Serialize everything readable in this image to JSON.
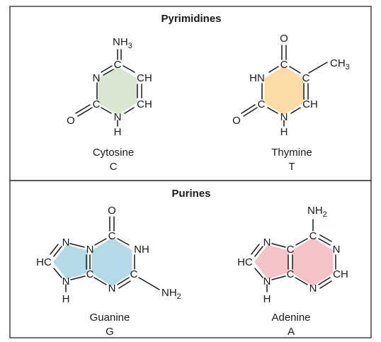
{
  "colors": {
    "pyrimidine_cytosine": "#dbe6d2",
    "pyrimidine_thymine": "#fcdca6",
    "purine_guanine": "#b5d9e6",
    "purine_adenine": "#f4c3c8",
    "frame": "#333333",
    "text": "#1a1a1a"
  },
  "panels": {
    "pyrimidines": {
      "heading": "Pyrimidines"
    },
    "purines": {
      "heading": "Purines"
    }
  },
  "molecules": {
    "cytosine": {
      "name": "Cytosine",
      "letter": "C",
      "atoms": {
        "n_top": "NH",
        "n_top_sub": "3",
        "c4": "C",
        "n3": "N",
        "c5": "CH",
        "c6": "CH",
        "c2": "C",
        "n1": "N",
        "h1": "H",
        "o2": "O"
      }
    },
    "thymine": {
      "name": "Thymine",
      "letter": "T",
      "atoms": {
        "o4": "O",
        "c4": "C",
        "n3": "HN",
        "c5": "C",
        "methyl": "CH",
        "methyl_sub": "3",
        "c6": "CH",
        "c2": "C",
        "n1": "N",
        "h1": "H",
        "o2": "O"
      }
    },
    "guanine": {
      "name": "Guanine",
      "letter": "G",
      "atoms": {
        "o6": "O",
        "c6": "C",
        "n7": "N",
        "n_fused": "N",
        "c8": "HC",
        "n1": "NH",
        "n9": "N",
        "h9": "H",
        "c4": "C",
        "n3": "N",
        "c2": "C",
        "amino": "NH",
        "amino_sub": "2"
      }
    },
    "adenine": {
      "name": "Adenine",
      "letter": "A",
      "atoms": {
        "amino": "NH",
        "amino_sub": "2",
        "c6": "C",
        "n7": "N",
        "c5": "C",
        "n1": "N",
        "c8": "HC",
        "n9": "N",
        "h9": "H",
        "c4": "C",
        "n3": "N",
        "c2": "CH"
      }
    }
  }
}
